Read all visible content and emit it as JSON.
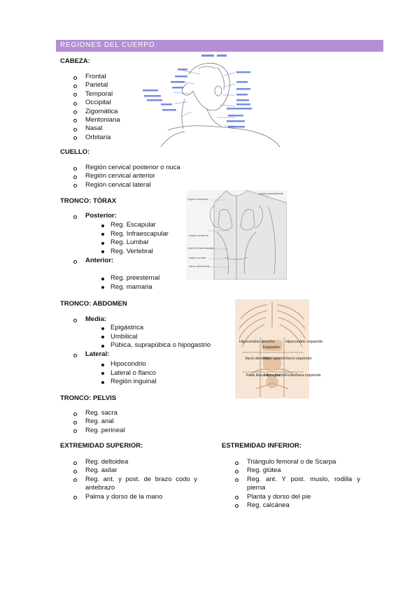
{
  "header": {
    "title": "REGIONES DEL CUERPO"
  },
  "cabeza": {
    "title": "CABEZA:",
    "items": [
      "Frontal",
      "Parietal",
      "Temporal",
      "Occipital",
      "Zigomática",
      "Mentoniana",
      "Nasal",
      "Orbitaria"
    ]
  },
  "cuello": {
    "title": "CUELLO:",
    "items": [
      "Región cervical posterior o nuca",
      "Región cervical anterior",
      "Región cervical lateral"
    ]
  },
  "torax": {
    "title": "TRONCO: TÓRAX",
    "posterior_label": "Posterior:",
    "posterior_items": [
      "Reg. Escapular",
      "Reg. Infraescapular",
      "Reg. Lumbar",
      "Reg. Vertebral"
    ],
    "anterior_label": "Anterior:",
    "anterior_items": [
      "Reg. preesternal",
      "Reg. mamaria"
    ],
    "image_labels": [
      "región suprailatante",
      "región escapular",
      "región vertebral",
      "región infraescapular",
      "región lumbar",
      "sacro abdominal"
    ]
  },
  "abdomen": {
    "title": "TRONCO: ABDOMEN",
    "media_label": "Media:",
    "media_items": [
      "Epigástrica",
      "Umbilical",
      "Púbica, suprapúbica o hipogastrio"
    ],
    "lateral_label": "Lateral:",
    "lateral_items": [
      "Hipocondrio",
      "Lateral o flanco",
      "Región inguinal"
    ],
    "image_labels": {
      "hipo_der": "Hipocondrio derecho",
      "epigastrio": "Epigastrio",
      "hipo_izq": "Hipocondrio izquierdo",
      "vacio_der": "Vacío derecho",
      "mesogastrio": "Meso-gastrio",
      "vacio_izq": "Vacío izquierdo",
      "fosa_der": "Fosa ilíaca derecha",
      "hipogastrio": "Hipo-gastrio",
      "fosa_izq": "Fosa ilíaca izquierda"
    }
  },
  "pelvis": {
    "title": "TRONCO: PELVIS",
    "items": [
      "Reg. sacra",
      "Reg. anal",
      "Reg. perineal"
    ]
  },
  "ext_sup": {
    "title": "EXTREMIDAD SUPERIOR:",
    "items": [
      "Reg. deltoidea",
      "Reg. axilar",
      "Reg. ant. y post. de brazo codo y antebrazo",
      "Palma y dorso de la mano"
    ]
  },
  "ext_inf": {
    "title": "ESTREMIDAD INFERIOR:",
    "items": [
      "Triángulo femoral o de Scarpa",
      "Reg. glútea",
      "Reg. ant. Y post. muslo, rodilla y pierna",
      "Planta y dorso del pie",
      "Reg. calcánea"
    ]
  },
  "colors": {
    "header_bg": "#b48fd4",
    "label_blue": "#3a5bd0"
  }
}
